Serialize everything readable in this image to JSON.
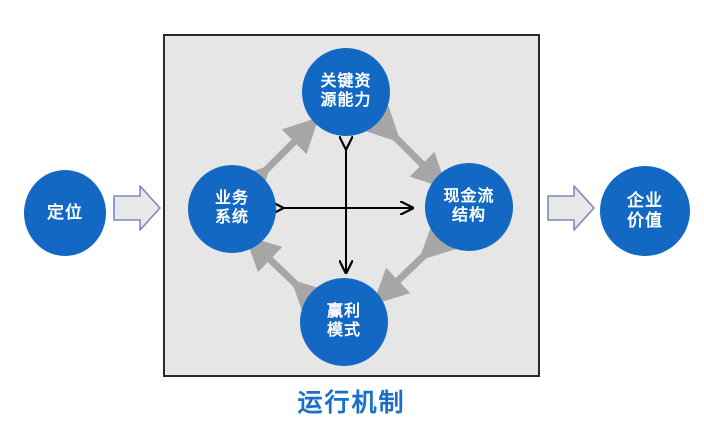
{
  "diagram": {
    "title_caption": "运行机制",
    "colors": {
      "node_blue": "#1268C3",
      "node_text": "#FFFFFF",
      "panel_fill": "#E6E6E6",
      "panel_border": "#2A2A2A",
      "diagonal_arrow": "#A6A6A6",
      "cross_arrow": "#000000",
      "flow_arrow_fill": "#E8E8E8",
      "flow_arrow_stroke": "#7D86C4",
      "caption_blue": "#1B6FC9"
    },
    "input_node": {
      "name": "定位",
      "lines": [
        "定位"
      ]
    },
    "output_node": {
      "name": "企业价值",
      "lines": [
        "企业",
        "价值"
      ]
    },
    "flow_arrows": [
      {
        "name": "input-to-mechanism",
        "direction": "right"
      },
      {
        "name": "mechanism-to-output",
        "direction": "right"
      }
    ],
    "mechanism": {
      "caption": "运行机制",
      "nodes": [
        {
          "id": "resource",
          "name": "关键资源能力",
          "position": "top",
          "lines": [
            "关键资",
            "源能力"
          ]
        },
        {
          "id": "business",
          "name": "业务系统",
          "position": "left",
          "lines": [
            "业务",
            "系统"
          ]
        },
        {
          "id": "cashflow",
          "name": "现金流结构",
          "position": "right",
          "lines": [
            "现金流",
            "结构"
          ]
        },
        {
          "id": "profit",
          "name": "赢利模式",
          "position": "bottom",
          "lines": [
            "赢利",
            "模式"
          ]
        }
      ],
      "connections": [
        {
          "from": "business",
          "to": "resource",
          "style": "gray-double-arrow"
        },
        {
          "from": "resource",
          "to": "cashflow",
          "style": "gray-double-arrow"
        },
        {
          "from": "cashflow",
          "to": "profit",
          "style": "gray-double-arrow"
        },
        {
          "from": "profit",
          "to": "business",
          "style": "gray-double-arrow"
        },
        {
          "from": "business",
          "to": "cashflow",
          "style": "black-double-arrow-horizontal"
        },
        {
          "from": "resource",
          "to": "profit",
          "style": "black-double-arrow-vertical"
        }
      ]
    }
  }
}
